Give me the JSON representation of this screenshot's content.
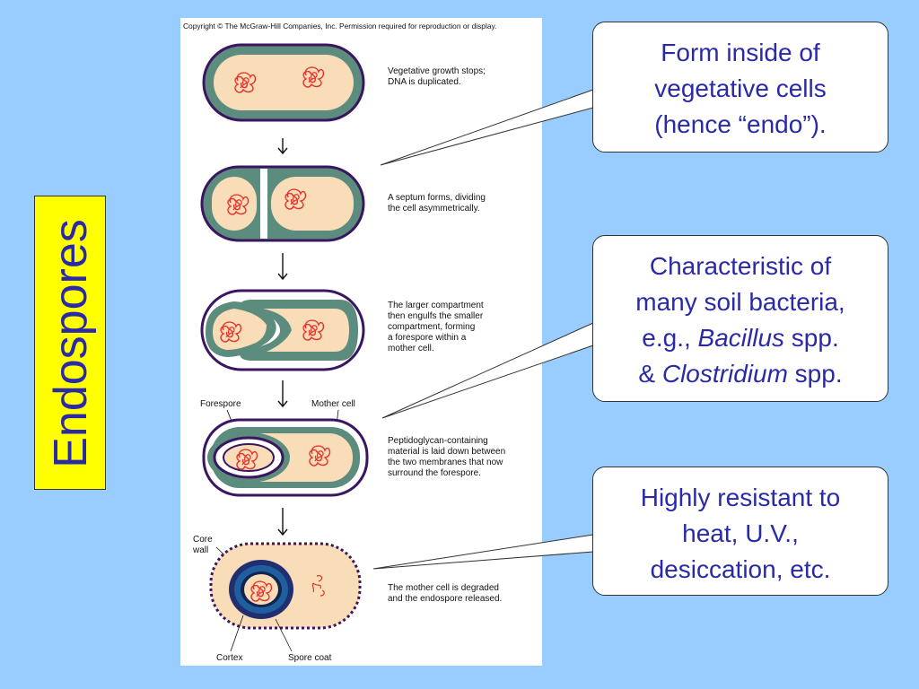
{
  "slide": {
    "title": "Endospores",
    "colors": {
      "background": "#99ccff",
      "title_box": "#ffff00",
      "text_blue": "#2a2aa8"
    }
  },
  "figure": {
    "copyright": "Copyright © The McGraw-Hill Companies, Inc. Permission required for reproduction or display.",
    "steps": [
      {
        "line1": "Vegetative growth stops;",
        "line2": "DNA is duplicated."
      },
      {
        "line1": "A septum forms, dividing",
        "line2": "the cell asymmetrically."
      },
      {
        "line1": "The larger compartment",
        "line2": "then engulfs the smaller",
        "line3": "compartment, forming",
        "line4": "a forespore within a",
        "line5": "mother cell."
      },
      {
        "line1": "Peptidoglycan-containing",
        "line2": "material is laid down between",
        "line3": "the two membranes that now",
        "line4": "surround the forespore."
      },
      {
        "line1": "The mother cell is degraded",
        "line2": "and the endospore released."
      }
    ],
    "labels": {
      "forespore": "Forespore",
      "mother_cell": "Mother cell",
      "core": "Core",
      "wall": "wall",
      "cortex": "Cortex",
      "spore_coat": "Spore coat"
    },
    "colors": {
      "cytoplasm": "#f9dcb8",
      "wall": "#5b8c7d",
      "membrane": "#3b1660",
      "dna": "#e0342c",
      "cortex": "#1f5f9f"
    }
  },
  "callouts": [
    {
      "line1": "Form inside of",
      "line2": "vegetative cells",
      "line3": "(hence “endo”)."
    },
    {
      "line1": "Characteristic of",
      "line2": "many soil bacteria,",
      "line3_pre": "e.g., ",
      "line3_italic": "Bacillus",
      "line3_post": " spp.",
      "line4_pre": "& ",
      "line4_italic": "Clostridium",
      "line4_post": " spp."
    },
    {
      "line1": "Highly resistant to",
      "line2": "heat, U.V.,",
      "line3": "desiccation, etc."
    }
  ]
}
